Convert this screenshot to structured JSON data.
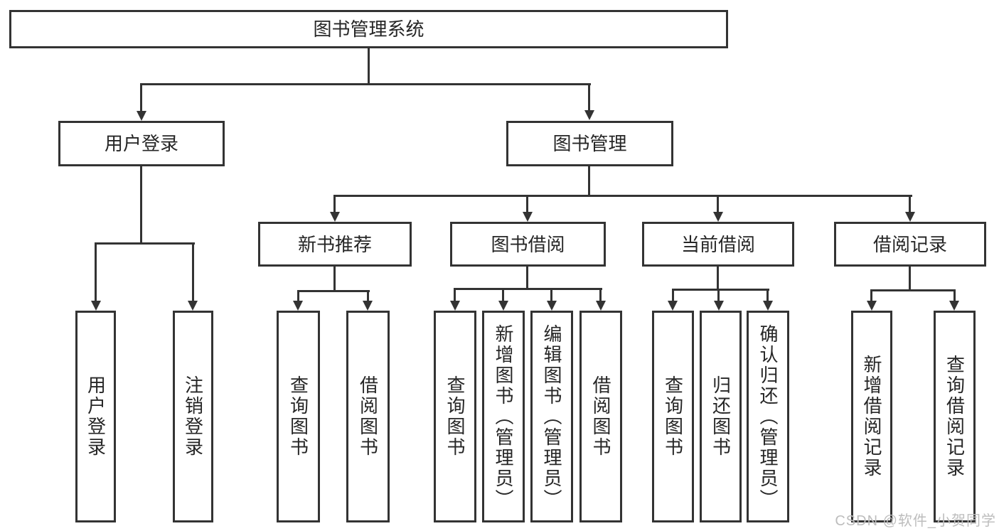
{
  "diagram": {
    "root": {
      "label": "图书管理系统"
    },
    "level2": {
      "user_login": {
        "label": "用户登录"
      },
      "book_mgmt": {
        "label": "图书管理"
      }
    },
    "level3": {
      "new_book_rec": {
        "label": "新书推荐"
      },
      "book_borrow": {
        "label": "图书借阅"
      },
      "current_borrow": {
        "label": "当前借阅"
      },
      "borrow_records": {
        "label": "借阅记录"
      }
    },
    "leaves": {
      "user_login": {
        "label": "用户登录"
      },
      "logout": {
        "label": "注销登录"
      },
      "rec_query_books": {
        "label": "查询图书"
      },
      "rec_borrow_books": {
        "label": "借阅图书"
      },
      "bb_query_books": {
        "label": "查询图书"
      },
      "bb_add_book": {
        "label": "新增图书（管理员）"
      },
      "bb_edit_book": {
        "label": "编辑图书（管理员）"
      },
      "bb_borrow_books": {
        "label": "借阅图书"
      },
      "cb_query_books": {
        "label": "查询图书"
      },
      "cb_return_book": {
        "label": "归还图书"
      },
      "cb_confirm_return": {
        "label": "确认归还（管理员）"
      },
      "br_add_record": {
        "label": "新增借阅记录"
      },
      "br_query_record": {
        "label": "查询借阅记录"
      }
    }
  },
  "watermark": {
    "text": "CSDN @软件_小贺同学"
  },
  "colors": {
    "line": "#333333",
    "text": "#262626",
    "background": "#ffffff",
    "watermark": "#bdbdbd"
  }
}
